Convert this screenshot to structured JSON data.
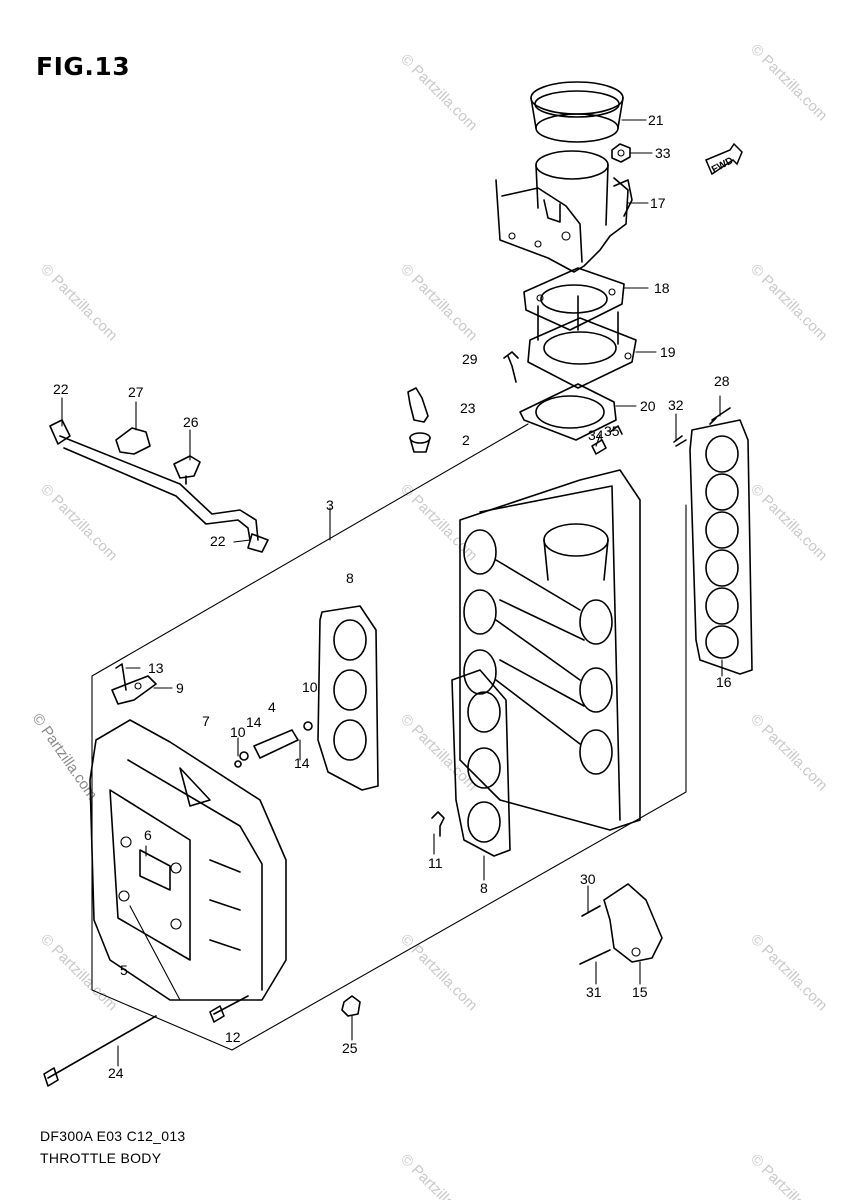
{
  "figure": {
    "title": "FIG.13",
    "footer_code": "DF300A E03 C12_013",
    "footer_name": "THROTTLE BODY"
  },
  "watermark": {
    "text": "© Partzilla.com"
  },
  "orientation_tag": "FWD",
  "callouts": [
    "21",
    "33",
    "17",
    "18",
    "19",
    "29",
    "20",
    "23",
    "2",
    "32",
    "34",
    "35",
    "28",
    "22",
    "27",
    "26",
    "22",
    "3",
    "8",
    "16",
    "13",
    "9",
    "7",
    "10",
    "14",
    "4",
    "14",
    "10",
    "6",
    "11",
    "8",
    "5",
    "30",
    "12",
    "24",
    "25",
    "31",
    "15"
  ]
}
